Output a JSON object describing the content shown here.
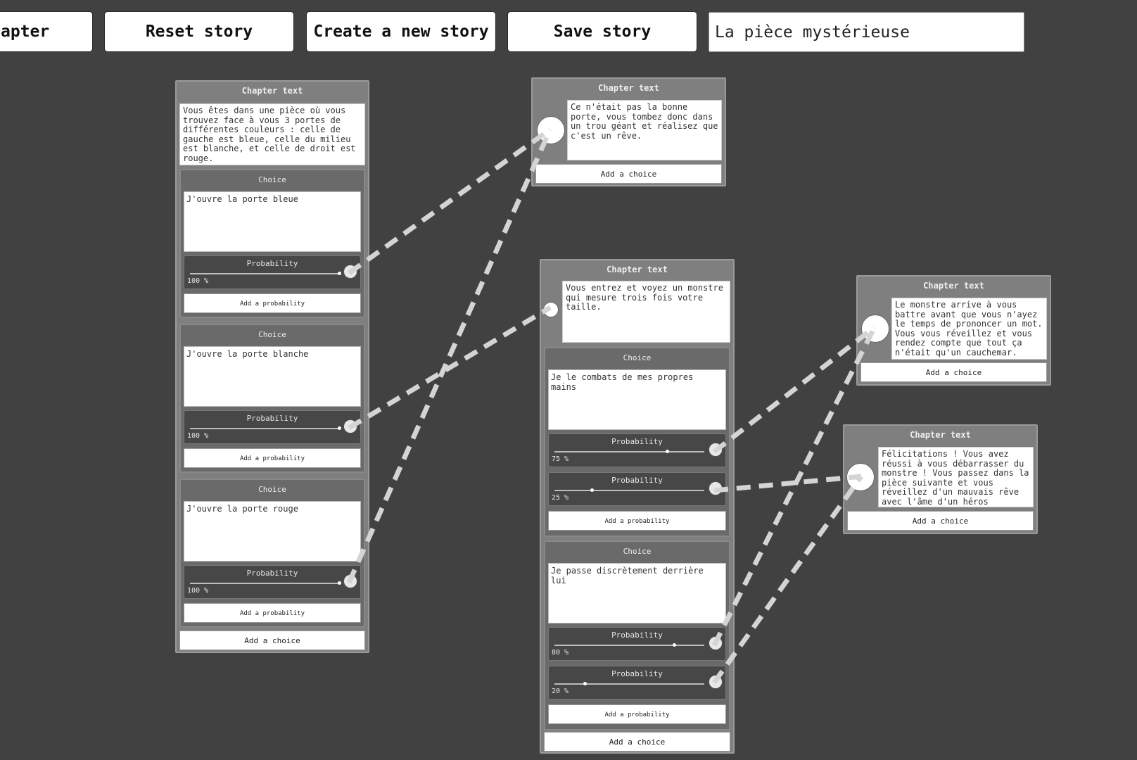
{
  "toolbar": {
    "buttons": [
      {
        "label": "apter"
      },
      {
        "label": "Reset story"
      },
      {
        "label": "Create a new story"
      },
      {
        "label": "Save story"
      }
    ],
    "story_title": "La pièce mystérieuse"
  },
  "labels": {
    "chapter_text": "Chapter text",
    "choice": "Choice",
    "probability": "Probability",
    "add_probability": "Add a probability",
    "add_choice": "Add a choice"
  },
  "chapters": [
    {
      "text": "Vous êtes dans une pièce où vous trouvez face à vous 3 portes de différentes couleurs : celle de gauche est bleue, celle du milieu est blanche, et celle de droit est rouge.",
      "choices": [
        {
          "text": "J'ouvre la porte bleue",
          "probabilities": [
            {
              "value": 100,
              "label": "100 %"
            }
          ]
        },
        {
          "text": "J'ouvre la porte blanche",
          "probabilities": [
            {
              "value": 100,
              "label": "100 %"
            }
          ]
        },
        {
          "text": "J'ouvre la porte rouge",
          "probabilities": [
            {
              "value": 100,
              "label": "100 %"
            }
          ]
        }
      ]
    },
    {
      "text": "Ce n'était pas la bonne porte, vous tombez donc dans un trou géant et réalisez que c'est un rêve.",
      "choices": []
    },
    {
      "text": "Vous entrez et voyez un monstre qui mesure trois fois votre taille.",
      "choices": [
        {
          "text": "Je le combats de mes propres mains",
          "probabilities": [
            {
              "value": 75,
              "label": "75 %"
            },
            {
              "value": 25,
              "label": "25 %"
            }
          ]
        },
        {
          "text": "Je passe discrètement derrière lui",
          "probabilities": [
            {
              "value": 80,
              "label": "80 %"
            },
            {
              "value": 20,
              "label": "20 %"
            }
          ]
        }
      ]
    },
    {
      "text": "Le monstre arrive à vous battre avant que vous n'ayez le temps de prononcer un mot. Vous vous réveillez et vous rendez compte que tout ça n'était qu'un cauchemar.",
      "choices": []
    },
    {
      "text": "Félicitations ! Vous avez réussi à vous débarrasser du monstre ! Vous passez dans la pièce suivante et vous réveillez d'un mauvais rêve avec l'âme d'un héros",
      "choices": []
    }
  ]
}
